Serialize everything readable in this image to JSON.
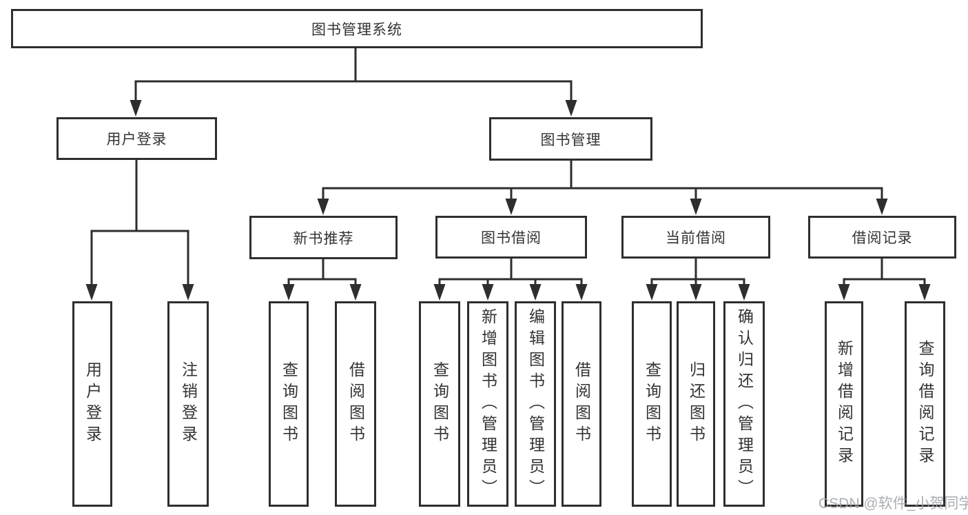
{
  "diagram": {
    "root": {
      "label": "图书管理系统"
    },
    "branches": [
      {
        "label": "用户登录",
        "children": [
          {
            "label": "用户登录"
          },
          {
            "label": "注销登录"
          }
        ]
      },
      {
        "label": "图书管理",
        "children": [
          {
            "label": "新书推荐",
            "children": [
              {
                "label": "查询图书"
              },
              {
                "label": "借阅图书"
              }
            ]
          },
          {
            "label": "图书借阅",
            "children": [
              {
                "label": "查询图书"
              },
              {
                "label": "新增图书（管理员）"
              },
              {
                "label": "编辑图书（管理员）"
              },
              {
                "label": "借阅图书"
              }
            ]
          },
          {
            "label": "当前借阅",
            "children": [
              {
                "label": "查询图书"
              },
              {
                "label": "归还图书"
              },
              {
                "label": "确认归还（管理员）"
              }
            ]
          },
          {
            "label": "借阅记录",
            "children": [
              {
                "label": "新增借阅记录"
              },
              {
                "label": "查询借阅记录"
              }
            ]
          }
        ]
      }
    ]
  },
  "watermark": {
    "text": "CSDN @软件_小贺同学"
  },
  "colors": {
    "line": "#2e2e2e",
    "text": "#333333",
    "background": "#ffffff"
  }
}
